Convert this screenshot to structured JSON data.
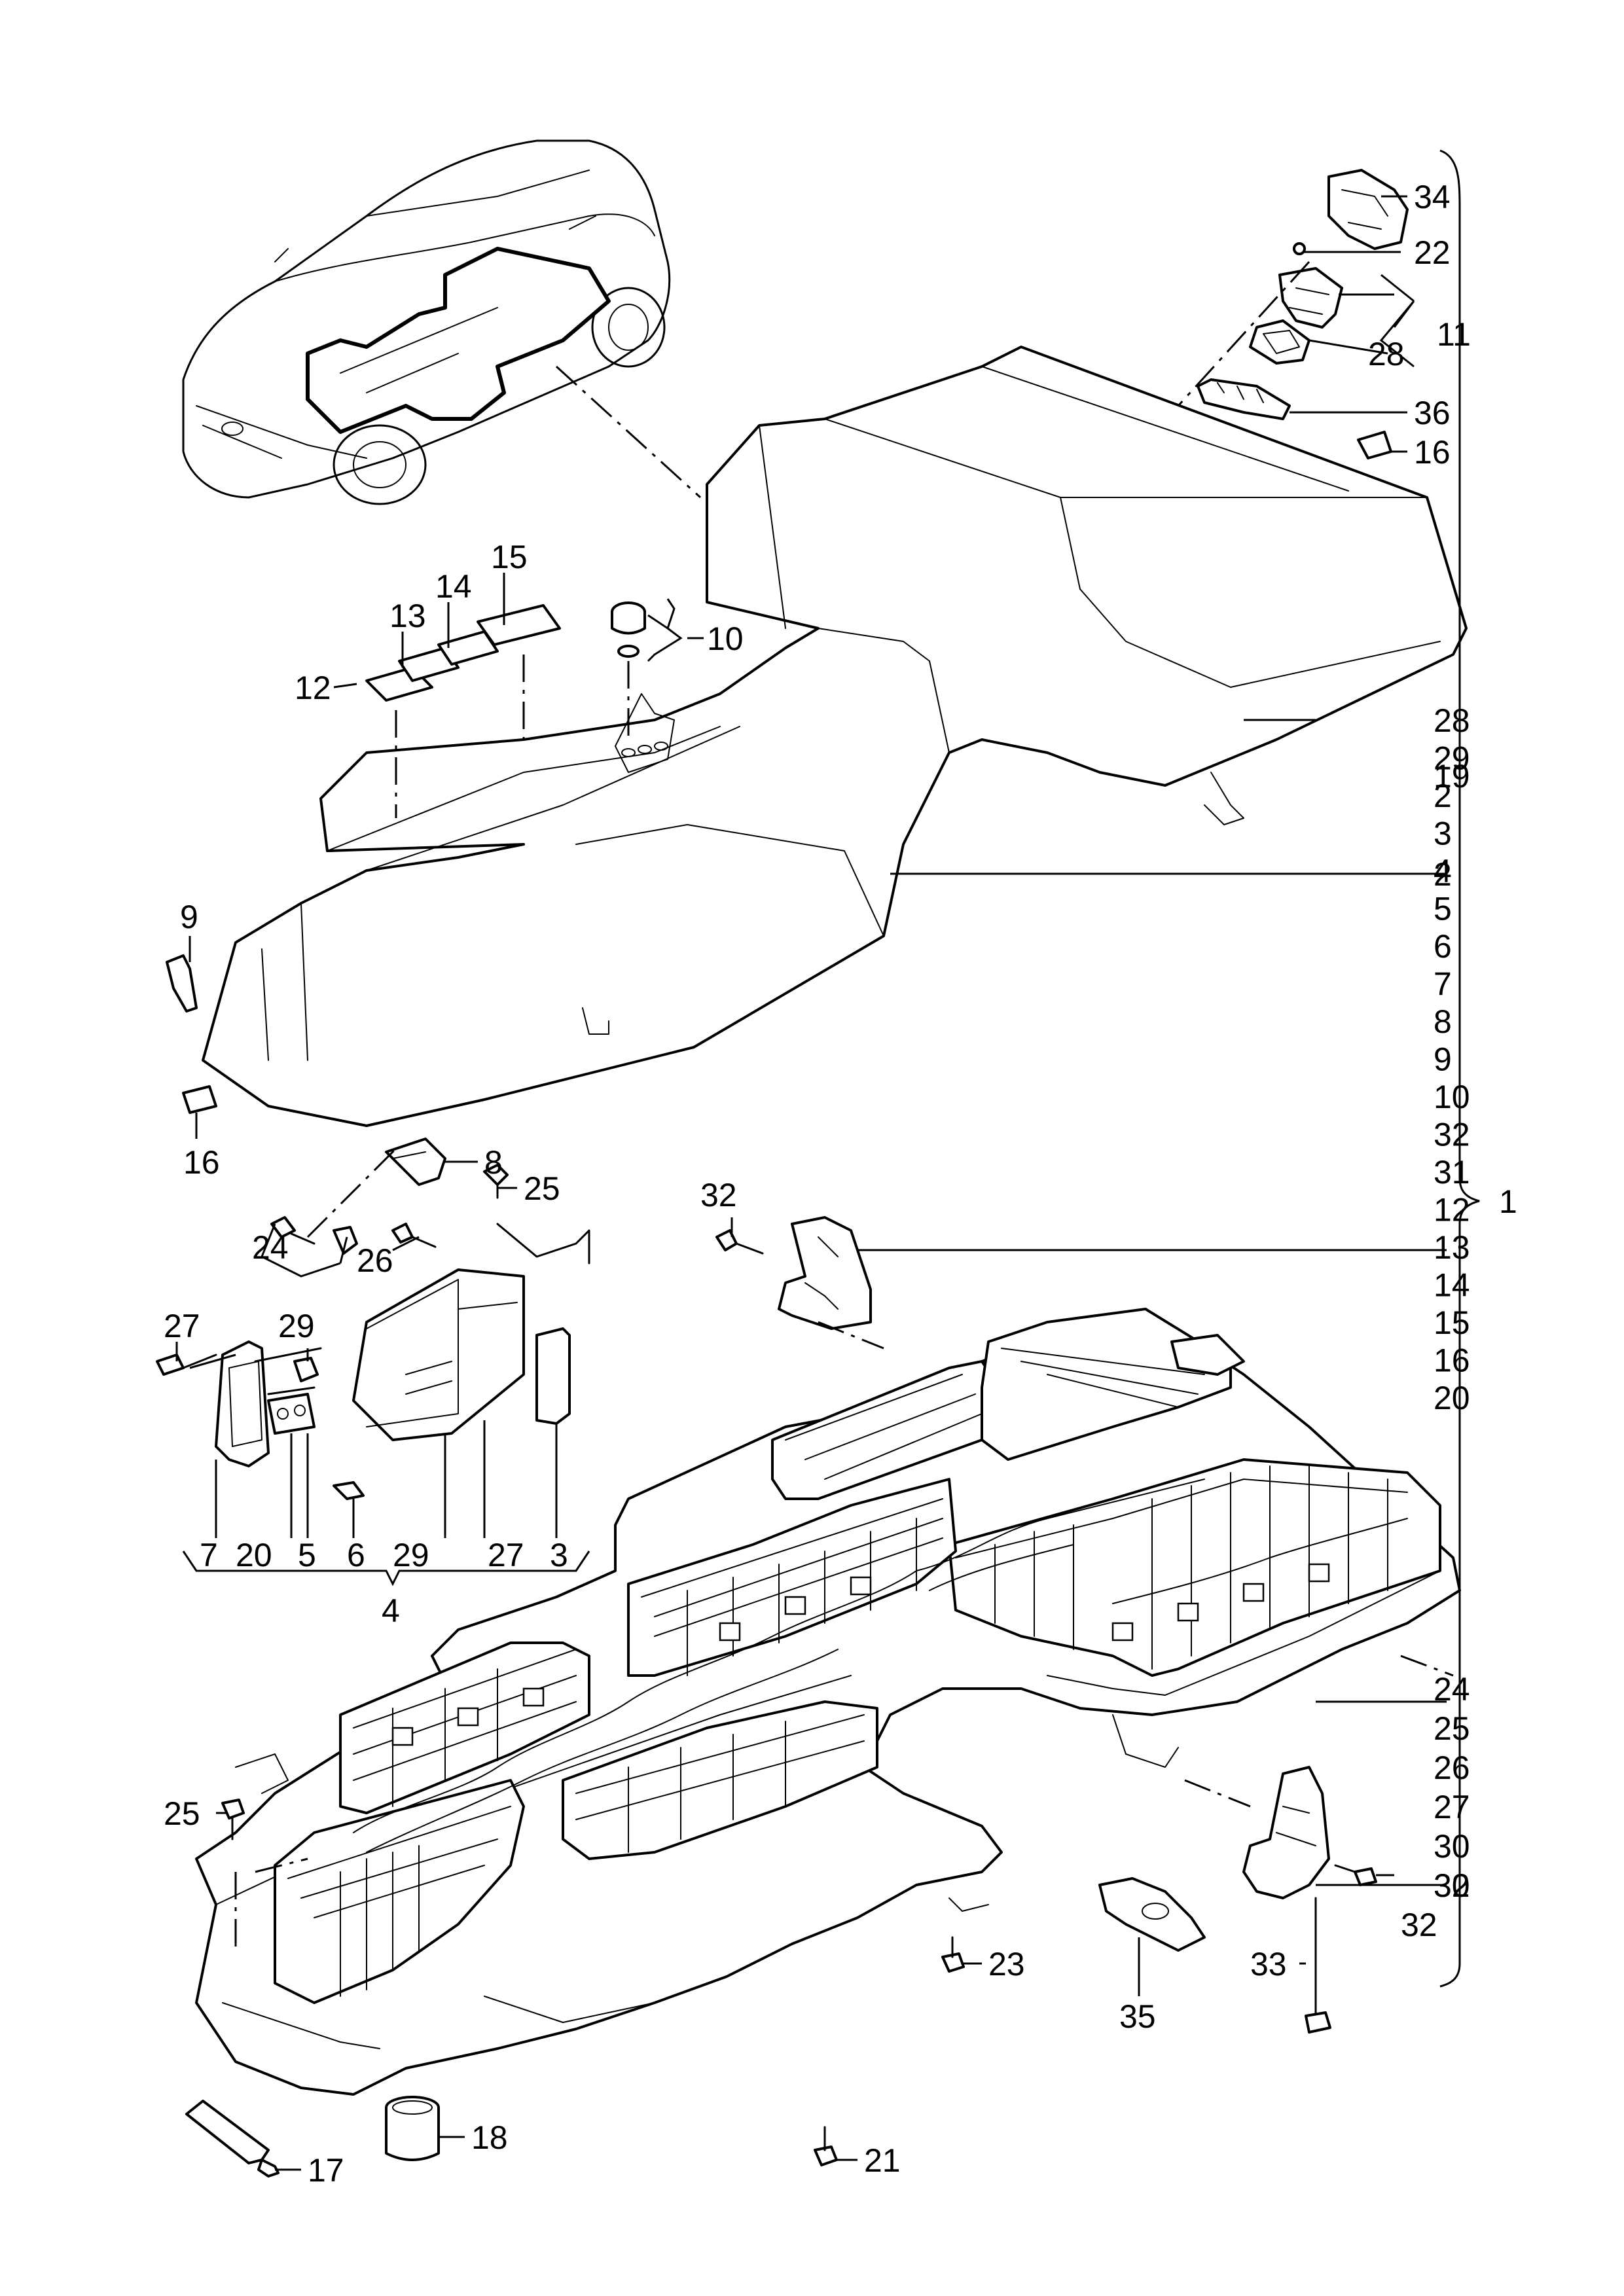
{
  "callouts": {
    "c34": "34",
    "c22": "22",
    "c11": "11",
    "c28a": "28",
    "c36": "36",
    "c16a": "16",
    "c15": "15",
    "c14": "14",
    "c13": "13",
    "c12": "12",
    "c10": "10",
    "c9": "9",
    "c16b": "16",
    "c8": "8",
    "c24a": "24",
    "c25a": "25",
    "c26": "26",
    "c32a": "32",
    "c19": "19",
    "c2": "2",
    "c27a": "27",
    "c29a": "29",
    "c7": "7",
    "c20": "20",
    "c5": "5",
    "c6": "6",
    "c29b": "29",
    "c27b": "27",
    "c3": "3",
    "c4": "4",
    "c25b": "25",
    "c21": "21",
    "c23": "23",
    "c35": "35",
    "c33": "33",
    "c30": "30",
    "c32b": "32",
    "c17": "17",
    "c18": "18"
  },
  "bracket_list_1": [
    "28",
    "29",
    "2",
    "3",
    "4",
    "5",
    "6",
    "7",
    "8",
    "9",
    "10",
    "32",
    "31",
    "12",
    "13",
    "14",
    "15",
    "16",
    "20"
  ],
  "bracket_list_1_label": "1",
  "bracket_list_2": [
    "24",
    "25",
    "26",
    "27",
    "30",
    "32"
  ]
}
